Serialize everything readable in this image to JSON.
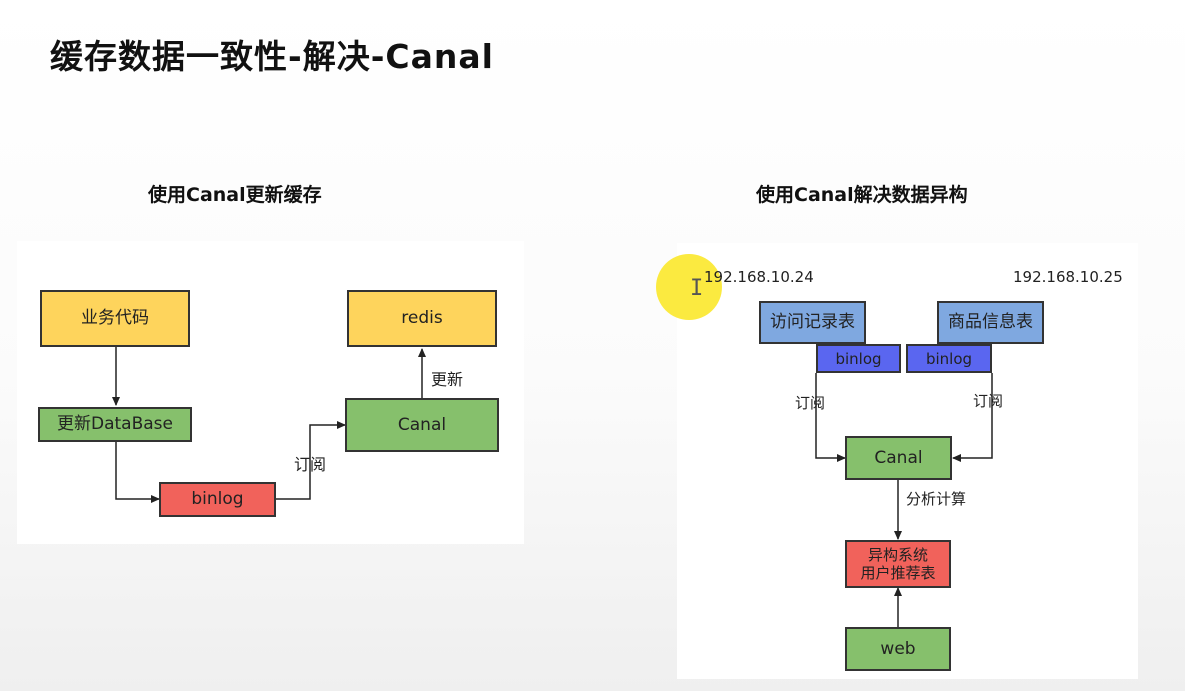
{
  "title": "缓存数据一致性-解决-Canal",
  "left": {
    "subtitle": "使用Canal更新缓存",
    "nodes": {
      "business": "业务代码",
      "update_db": "更新DataBase",
      "binlog": "binlog",
      "canal": "Canal",
      "redis": "redis"
    },
    "labels": {
      "subscribe": "订阅",
      "update": "更新"
    }
  },
  "right": {
    "subtitle": "使用Canal解决数据异构",
    "ip_left": "192.168.10.24",
    "ip_right": "192.168.10.25",
    "nodes": {
      "access_log": "访问记录表",
      "product_info": "商品信息表",
      "binlog_left": "binlog",
      "binlog_right": "binlog",
      "canal": "Canal",
      "hetero_line1": "异构系统",
      "hetero_line2": "用户推荐表",
      "web": "web"
    },
    "labels": {
      "subscribe_left": "订阅",
      "subscribe_right": "订阅",
      "analyze": "分析计算"
    }
  },
  "colors": {
    "yellow": "#fed45c",
    "green": "#86c06c",
    "red": "#f1625b",
    "light_blue": "#7fa8e0",
    "blue": "#5a66f0",
    "cursor_highlight": "#fae61e"
  }
}
